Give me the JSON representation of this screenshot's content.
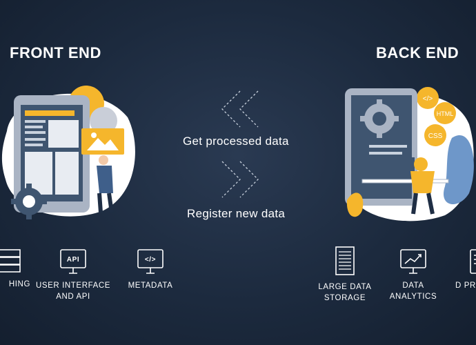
{
  "front_end": {
    "title": "FRONT END",
    "items": [
      {
        "label": "hing",
        "icon": "server-icon"
      },
      {
        "label": "User interface and API",
        "icon": "api-monitor-icon",
        "icon_text": "API"
      },
      {
        "label": "Metadata",
        "icon": "code-monitor-icon",
        "icon_text": "</>"
      }
    ]
  },
  "back_end": {
    "title": "BACK END",
    "items": [
      {
        "label": "Large data storage",
        "icon": "storage-rack-icon"
      },
      {
        "label": "Data analytics",
        "icon": "analytics-monitor-icon"
      },
      {
        "label": "D proc",
        "icon": "document-icon"
      }
    ],
    "badges": [
      "</>",
      "HTML",
      "CSS"
    ]
  },
  "flow": {
    "get_label": "Get processed data",
    "register_label": "Register new data"
  },
  "colors": {
    "background": "#1c2a3e",
    "accent": "#f5b62c",
    "illustration_blob": "#ffffff"
  }
}
